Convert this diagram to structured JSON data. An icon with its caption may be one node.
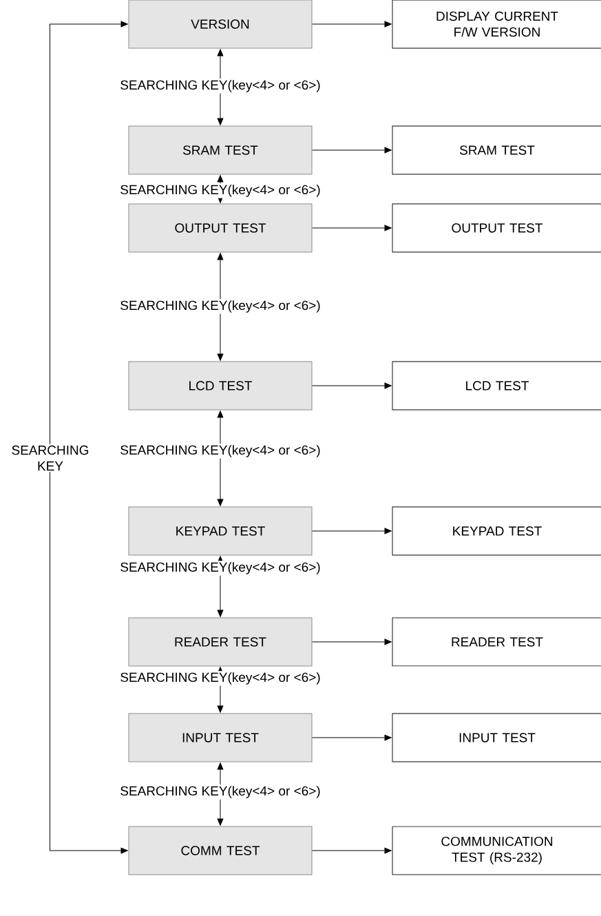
{
  "diagram": {
    "nodes": [
      {
        "text": [
          "VERSION"
        ]
      },
      {
        "text": [
          "DISPLAY CURRENT F/W VERSION"
        ]
      },
      {
        "text": [
          "SRAM TEST"
        ]
      },
      {
        "text": [
          "SRAM TEST"
        ]
      },
      {
        "text": [
          "OUTPUT TEST"
        ]
      },
      {
        "text": [
          "OUTPUT TEST"
        ]
      },
      {
        "text": [
          "LCD TEST"
        ]
      },
      {
        "text": [
          "LCD TEST"
        ]
      },
      {
        "text": [
          "KEYPAD TEST"
        ]
      },
      {
        "text": [
          "KEYPAD TEST"
        ]
      },
      {
        "text": [
          "READER TEST"
        ]
      },
      {
        "text": [
          "READER TEST"
        ]
      },
      {
        "text": [
          "INPUT TEST"
        ]
      },
      {
        "text": [
          "INPUT TEST"
        ]
      },
      {
        "text": [
          "COMM TEST"
        ]
      },
      {
        "text": [
          "COMMUNICATION TEST (RS-232)"
        ]
      }
    ],
    "edges": [
      {
        "from": 0,
        "to": 1,
        "arrow": "to"
      },
      {
        "from": 0,
        "to": 2,
        "arrow": "both",
        "label": "SEARCHING KEY(key<4> or <6>)"
      },
      {
        "from": 2,
        "to": 3,
        "arrow": "to"
      },
      {
        "from": 2,
        "to": 4,
        "arrow": "both",
        "label": "SEARCHING KEY(key<4> or <6>)"
      },
      {
        "from": 4,
        "to": 5,
        "arrow": "to"
      },
      {
        "from": 4,
        "to": 6,
        "arrow": "both",
        "label": "SEARCHING KEY(key<4> or <6>)"
      },
      {
        "from": 6,
        "to": 7,
        "arrow": "to"
      },
      {
        "from": 6,
        "to": 8,
        "arrow": "both",
        "label": "SEARCHING KEY(key<4> or <6>)"
      },
      {
        "from": 8,
        "to": 9,
        "arrow": "to"
      },
      {
        "from": 8,
        "to": 10,
        "arrow": "both",
        "label": "SEARCHING KEY(key<4> or <6>)"
      },
      {
        "from": 10,
        "to": 11,
        "arrow": "to"
      },
      {
        "from": 10,
        "to": 12,
        "arrow": "both",
        "label": "SEARCHING KEY(key<4> or <6>)"
      },
      {
        "from": 12,
        "to": 13,
        "arrow": "to"
      },
      {
        "from": 12,
        "to": 14,
        "arrow": "both",
        "label": "SEARCHING KEY(key<4> or <6>)"
      },
      {
        "from": 14,
        "to": 15,
        "arrow": "to"
      },
      {
        "from": 0,
        "to": 14,
        "arrow": "both",
        "label": "SEARCHING KEY"
      }
    ]
  }
}
